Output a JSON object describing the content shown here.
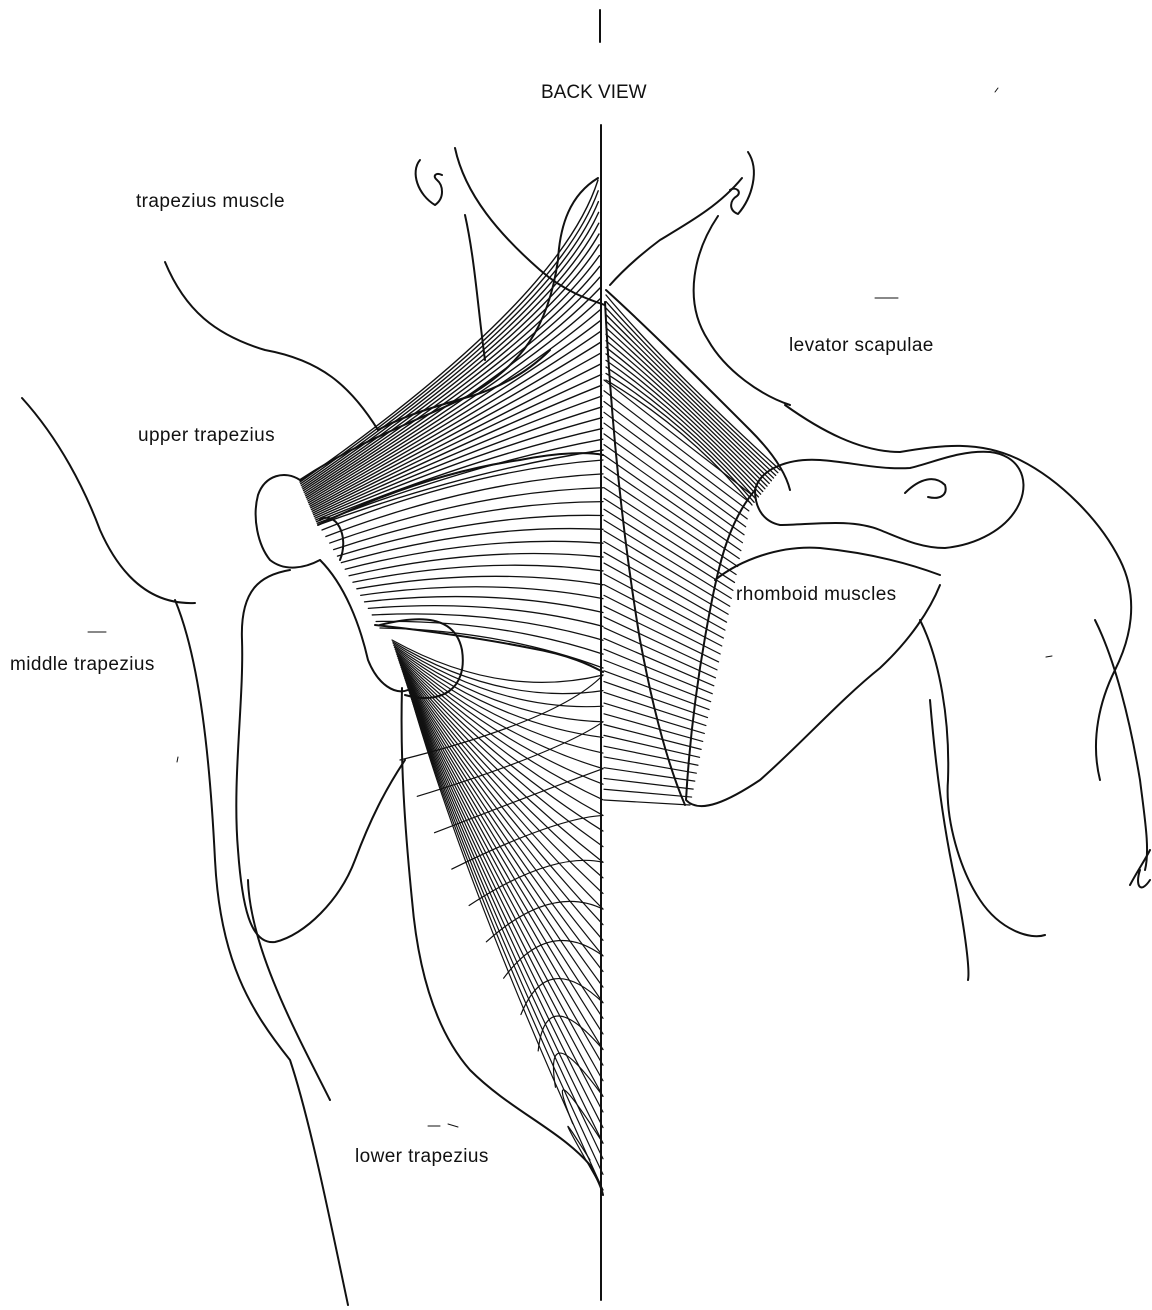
{
  "diagram": {
    "title": "BACK VIEW",
    "labels": {
      "trapezius": "trapezius muscle",
      "upper_trapezius": "upper trapezius",
      "middle_trapezius": "middle trapezius",
      "lower_trapezius": "lower trapezius",
      "levator_scapulae": "levator scapulae",
      "rhomboid": "rhomboid muscles"
    }
  },
  "style": {
    "ink": "#111111",
    "paper": "#ffffff"
  }
}
